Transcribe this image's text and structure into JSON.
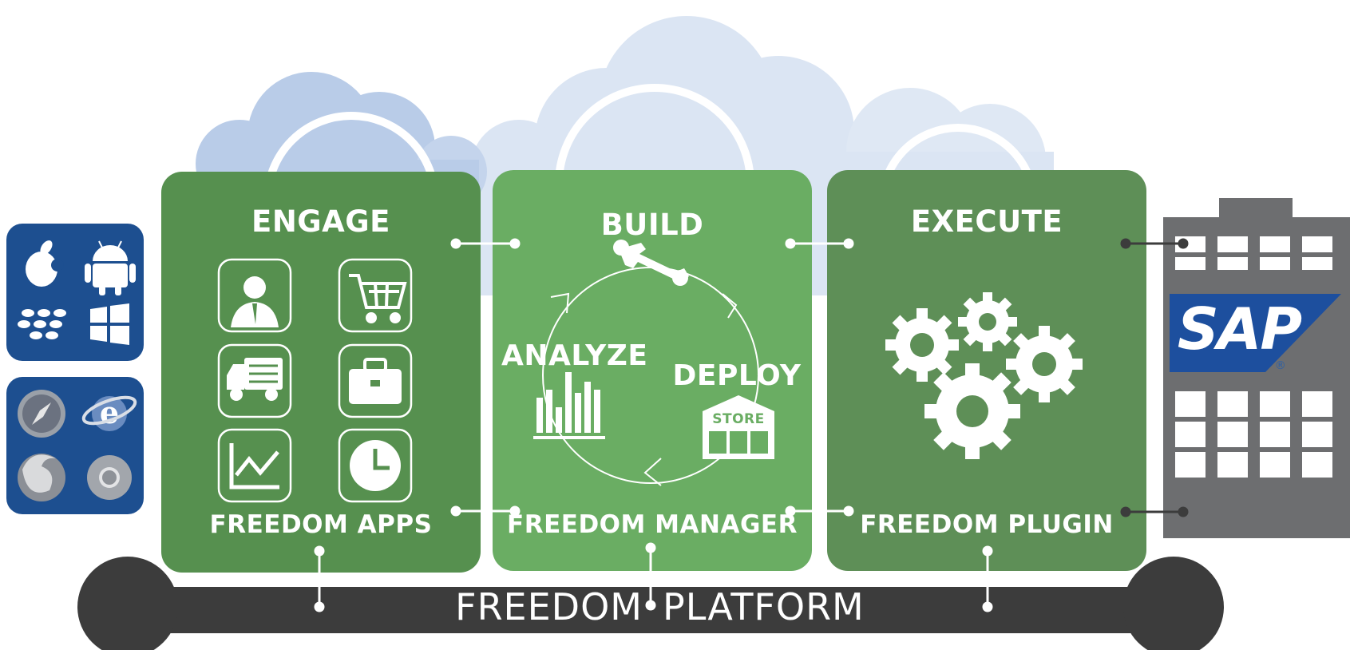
{
  "colors": {
    "panel_engage": "#56904f",
    "panel_build": "#6aad63",
    "panel_execute": "#5e8f57",
    "tile_blue": "#1d4f90",
    "bar_dark": "#3c3c3c",
    "building_gray": "#6d6e70",
    "sap_blue": "#1d4f9e",
    "cloud_back": "#dbe5f3",
    "cloud_front": "#b9cce8"
  },
  "platforms_top": [
    "apple-icon",
    "android-icon",
    "blackberry-icon",
    "windows-icon"
  ],
  "platforms_bottom": [
    "safari-icon",
    "internet-explorer-icon",
    "firefox-icon",
    "chrome-icon"
  ],
  "engage": {
    "title": "ENGAGE",
    "footer": "FREEDOM APPS",
    "app_icons": [
      "user-icon",
      "cart-icon",
      "truck-icon",
      "briefcase-icon",
      "chart-icon",
      "clock-icon"
    ]
  },
  "build": {
    "title": "BUILD",
    "analyze": "ANALYZE",
    "deploy": "DEPLOY",
    "store": "STORE",
    "footer": "FREEDOM MANAGER"
  },
  "execute": {
    "title": "EXECUTE",
    "footer": "FREEDOM PLUGIN"
  },
  "sap": {
    "logo": "SAP",
    "registered": "®"
  },
  "platform_bar": {
    "left": "FREEDOM",
    "right": "PLATFORM"
  }
}
